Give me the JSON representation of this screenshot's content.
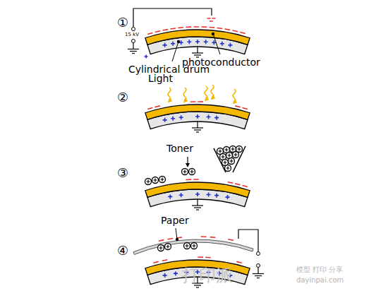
{
  "diagram": {
    "labels": [
      "①",
      "15 kV",
      "Cylindrical drum",
      "photoconductor",
      "Light",
      "②",
      "Toner",
      "③",
      "Paper",
      "④",
      "打印派",
      "模型 打印 分享",
      "dayinpai.com"
    ]
  }
}
